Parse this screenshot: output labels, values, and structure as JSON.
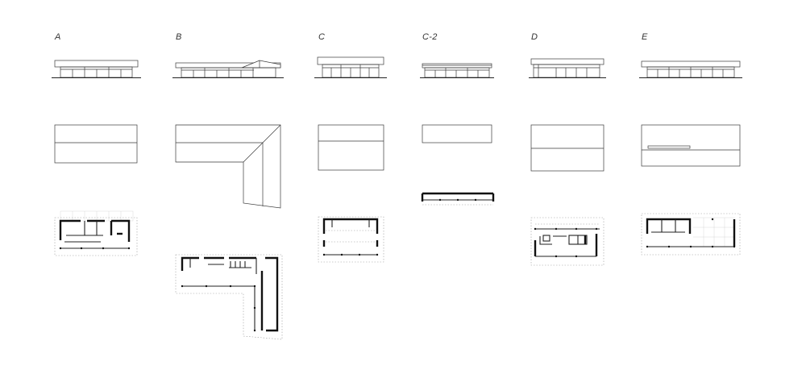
{
  "columns": [
    {
      "id": "A",
      "label": "A"
    },
    {
      "id": "B",
      "label": "B"
    },
    {
      "id": "C",
      "label": "C"
    },
    {
      "id": "C2",
      "label": "C-2"
    },
    {
      "id": "D",
      "label": "D"
    },
    {
      "id": "E",
      "label": "E"
    }
  ],
  "rows": [
    "elevation",
    "roof-plan",
    "floor-plan"
  ],
  "colors": {
    "line": "#3a3a3a",
    "wall": "#111111",
    "dotted": "#9a9a9a",
    "grid": "#d9d9d9",
    "background": "#ffffff"
  }
}
